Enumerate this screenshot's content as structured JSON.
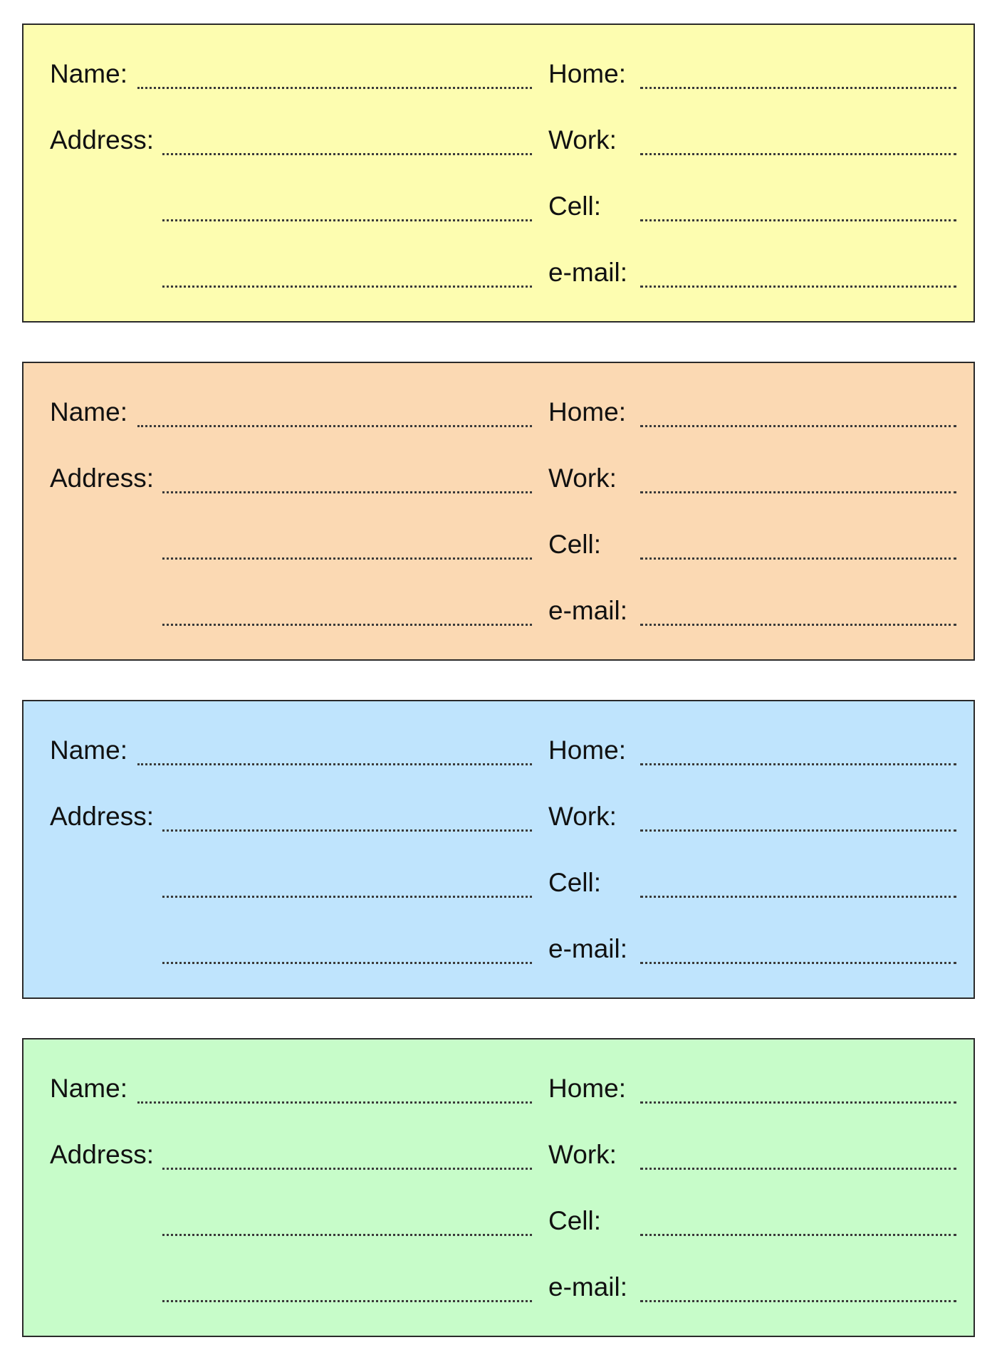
{
  "cards": [
    {
      "color": "#fdfdb0",
      "labels": {
        "name": "Name:",
        "address": "Address:",
        "home": "Home:",
        "work": "Work:",
        "cell": "Cell:",
        "email": "e-mail:"
      }
    },
    {
      "color": "#fbd9b3",
      "labels": {
        "name": "Name:",
        "address": "Address:",
        "home": "Home:",
        "work": "Work:",
        "cell": "Cell:",
        "email": "e-mail:"
      }
    },
    {
      "color": "#bfe4fd",
      "labels": {
        "name": "Name:",
        "address": "Address:",
        "home": "Home:",
        "work": "Work:",
        "cell": "Cell:",
        "email": "e-mail:"
      }
    },
    {
      "color": "#c7fcc9",
      "labels": {
        "name": "Name:",
        "address": "Address:",
        "home": "Home:",
        "work": "Work:",
        "cell": "Cell:",
        "email": "e-mail:"
      }
    }
  ]
}
